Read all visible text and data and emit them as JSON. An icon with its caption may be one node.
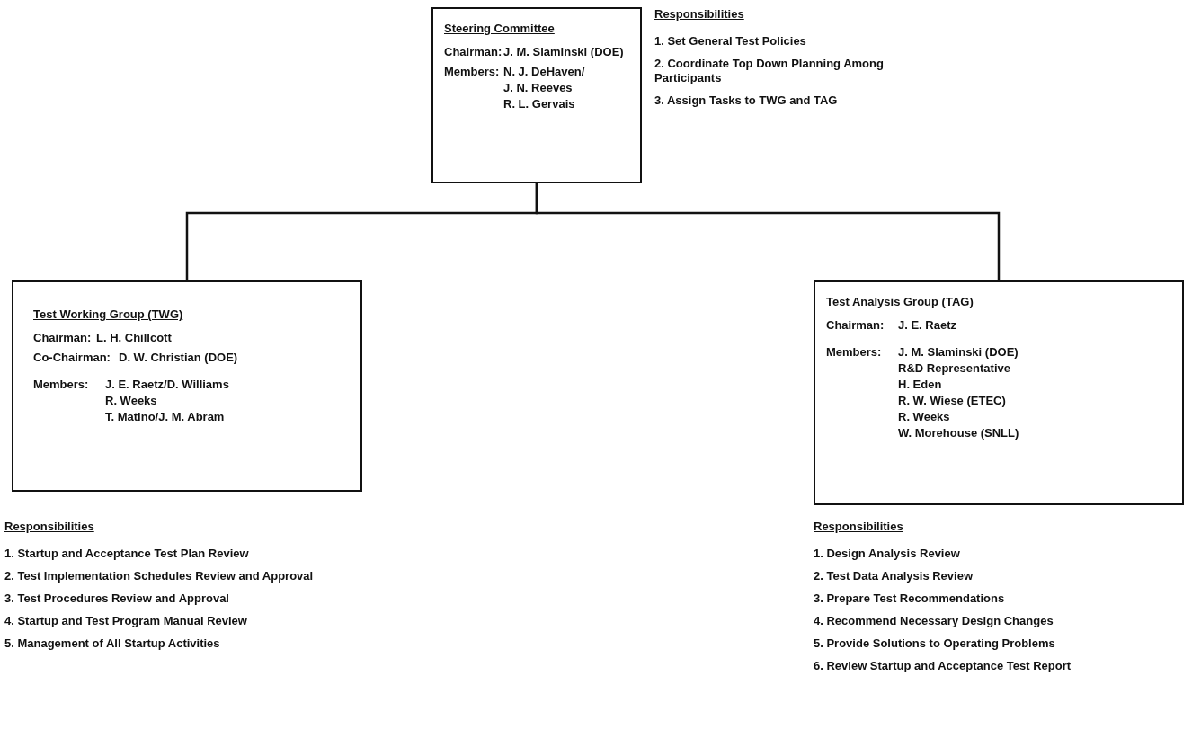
{
  "diagram": {
    "nodes": [
      {
        "text": [
          "Steering Committee",
          "Chairman:",
          "J. M. Slaminski (DOE)",
          "Members:",
          "N. J. DeHaven/",
          "J. N. Reeves",
          "R. L. Gervais"
        ],
        "beside": [
          "Responsibilities",
          "1. Set General Test Policies",
          "2. Coordinate Top Down Planning Among Participants",
          "3. Assign Tasks to TWG and TAG"
        ]
      },
      {
        "text": [
          "Test Working Group (TWG)",
          "Chairman:",
          "L. H. Chillcott",
          "Co-Chairman:",
          "D. W. Christian (DOE)",
          "Members:",
          "J. E. Raetz/D. Williams",
          "R. Weeks",
          "T. Matino/J. M. Abram"
        ],
        "beside": [
          "Responsibilities",
          "1. Startup and Acceptance Test Plan Review",
          "2. Test Implementation Schedules Review and Approval",
          "3. Test Procedures Review and Approval",
          "4. Startup and Test Program Manual Review",
          "5. Management of All Startup Activities"
        ]
      },
      {
        "text": [
          "Test Analysis Group (TAG)",
          "Chairman:",
          "J. E. Raetz",
          "Members:",
          "J. M. Slaminski (DOE)",
          "R&D Representative",
          "H. Eden",
          "R. W. Wiese (ETEC)",
          "R. Weeks",
          "W. Morehouse (SNLL)"
        ],
        "beside": [
          "Responsibilities",
          "1. Design Analysis Review",
          "2. Test Data Analysis Review",
          "3. Prepare Test Recommendations",
          "4. Recommend Necessary Design Changes",
          "5. Provide Solutions to Operating Problems",
          "6. Review Startup and Acceptance Test Report"
        ]
      }
    ],
    "edges": [
      {
        "from": 0,
        "to": 1,
        "arrow": "none"
      },
      {
        "from": 0,
        "to": 2,
        "arrow": "none"
      }
    ]
  }
}
